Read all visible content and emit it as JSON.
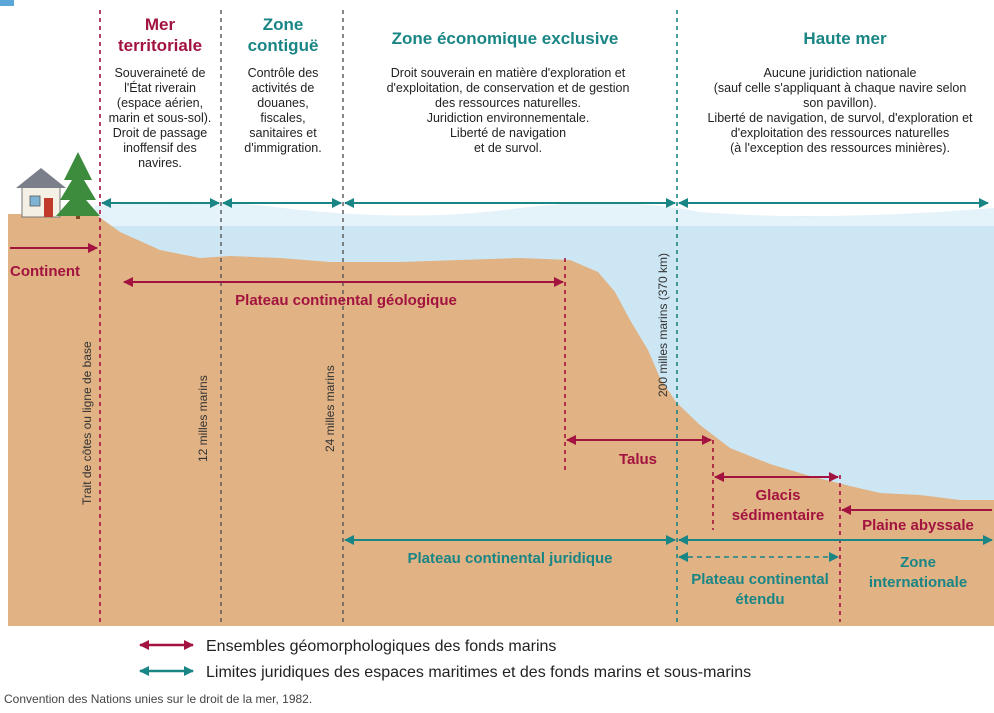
{
  "zones": {
    "mer_territoriale": {
      "title": [
        "Mer",
        "territoriale"
      ],
      "desc": [
        "Souveraineté de",
        "l'État riverain",
        "(espace aérien,",
        "marin et sous-sol).",
        "",
        "Droit de passage",
        "inoffensif des",
        "navires."
      ]
    },
    "zone_contigue": {
      "title": [
        "Zone",
        "contiguë"
      ],
      "desc": [
        "Contrôle des",
        "activités de",
        "douanes,",
        "fiscales,",
        "sanitaires et",
        "d'immigration."
      ]
    },
    "zee": {
      "title": [
        "Zone économique exclusive"
      ],
      "desc": [
        "Droit souverain en matière d'exploration et",
        "d'exploitation, de conservation et de gestion",
        "des ressources naturelles.",
        "Juridiction environnementale.",
        "",
        "Liberté de navigation",
        "et de survol."
      ]
    },
    "haute_mer": {
      "title": [
        "Haute mer"
      ],
      "desc": [
        "Aucune juridiction nationale",
        "(sauf celle s'appliquant à chaque navire selon",
        "son pavillon).",
        "",
        "Liberté de navigation, de survol, d'exploration et",
        "d'exploitation des ressources naturelles",
        "(à l'exception des ressources minières)."
      ]
    }
  },
  "vertical_labels": {
    "baseline": "Trait de côtes ou ligne de base",
    "twelve": "12 milles marins",
    "twentyfour": "24 milles marins",
    "twohundred": "200 milles marins (370 km)"
  },
  "geomorph_labels": {
    "continent": "Continent",
    "plateau_geologique": "Plateau continental géologique",
    "talus": "Talus",
    "glacis": [
      "Glacis",
      "sédimentaire"
    ],
    "plaine": "Plaine abyssale"
  },
  "legal_labels": {
    "plateau_juridique": "Plateau continental juridique",
    "plateau_etendu": [
      "Plateau continental",
      "étendu"
    ],
    "zone_internationale": [
      "Zone",
      "internationale"
    ]
  },
  "legend": {
    "geomorph": "Ensembles géomorphologiques des fonds marins",
    "legal": "Limites juridiques des espaces maritimes et des fonds marins et sous-marins"
  },
  "source": "Convention des Nations unies sur le droit de la mer, 1982.",
  "colors": {
    "crimson": "#a3133f",
    "teal": "#1a8585",
    "land": "#e0b284",
    "sea": "#cde6f3",
    "dark_line": "#555555"
  }
}
